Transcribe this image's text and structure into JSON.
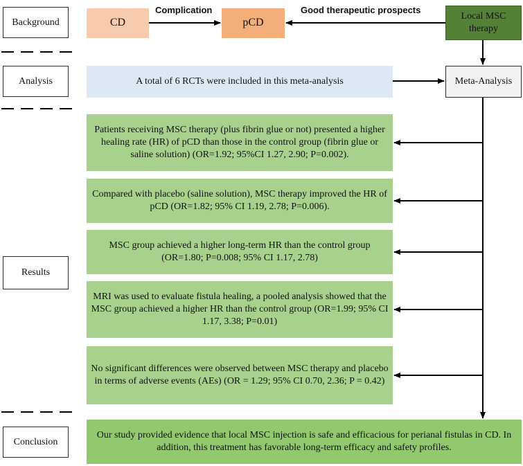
{
  "sections": {
    "background": "Background",
    "analysis": "Analysis",
    "results": "Results",
    "conclusion": "Conclusion"
  },
  "background_row": {
    "cd": "CD",
    "pcd": "pCD",
    "therapy": "Local MSC therapy",
    "complication_label": "Complication",
    "prospects_label": "Good therapeutic prospects"
  },
  "analysis_row": {
    "included_text": "A total of 6 RCTs were included in this meta-analysis",
    "meta_analysis": "Meta-Analysis"
  },
  "results": [
    "Patients receiving MSC therapy (plus fibrin glue or not) presented a higher healing rate (HR) of pCD than those in the control group (fibrin glue or saline solution) (OR=1.92; 95%CI 1.27, 2.90; P=0.002).",
    "Compared with placebo (saline solution), MSC therapy improved the HR of pCD (OR=1.82; 95% CI 1.19, 2.78; P=0.006).",
    "MSC group achieved a higher long-term HR than the control group (OR=1.80; P=0.008; 95% CI 1.17, 2.78)",
    "MRI was used to evaluate fistula healing, a pooled analysis showed that the MSC group achieved a higher HR than the control group (OR=1.99; 95% CI 1.17, 3.38; P=0.01)",
    "No significant differences were observed between MSC therapy and placebo in terms of adverse events (AEs) (OR = 1.29; 95% CI 0.70, 2.36; P = 0.42)"
  ],
  "conclusion_text": "Our study provided evidence that local MSC injection is safe and efficacious for perianal fistulas in CD. In addition, this treatment has favorable long-term efficacy and safety profiles.",
  "colors": {
    "orange_light": "#f9cbad",
    "orange": "#f4ae7a",
    "dark_green": "#548135",
    "light_blue": "#dce9f5",
    "light_green": "#a9d18e",
    "conclusion_green": "#92c96f",
    "gray": "#f2f2f2"
  }
}
